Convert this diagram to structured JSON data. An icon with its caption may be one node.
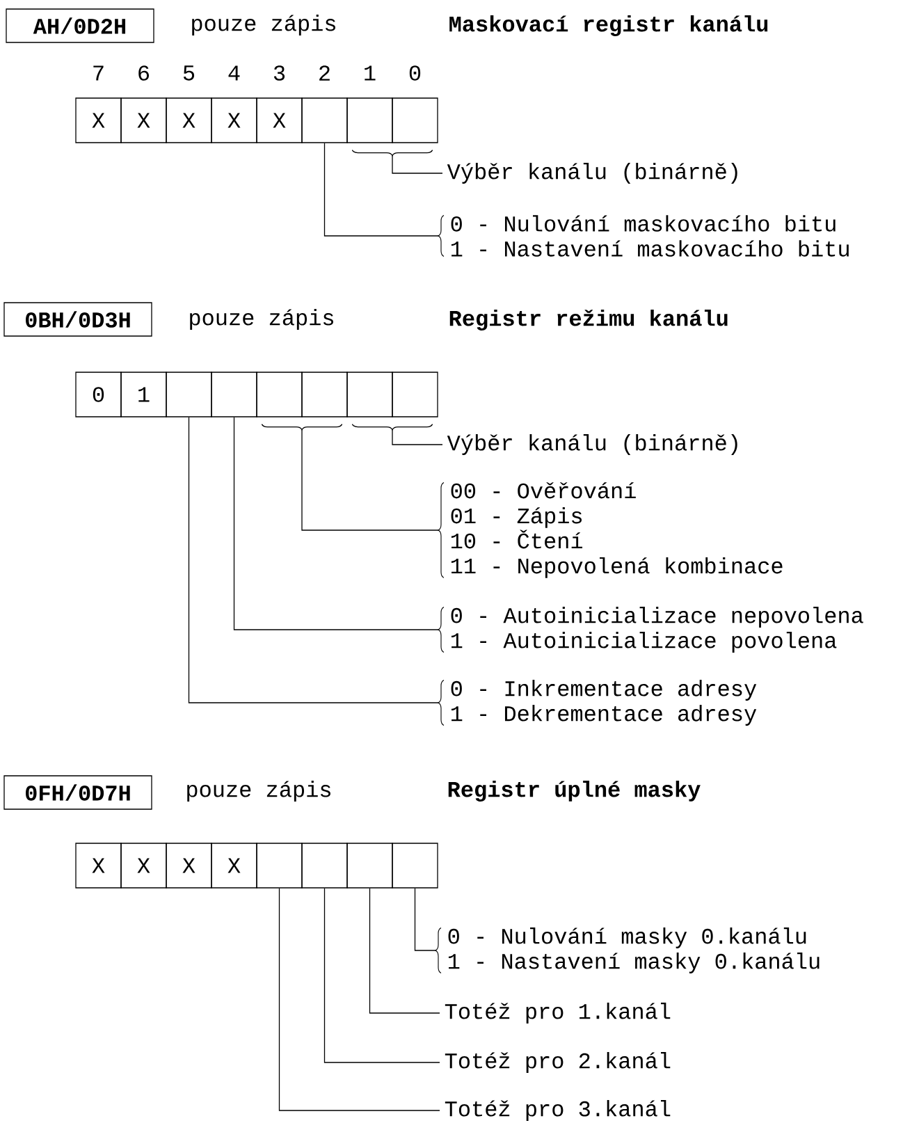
{
  "diagram": {
    "nodes": [
      {
        "text": [
          "AH/0D2H"
        ]
      },
      {
        "text": [
          "X"
        ]
      },
      {
        "text": [
          "X"
        ]
      },
      {
        "text": [
          "X"
        ]
      },
      {
        "text": [
          "X"
        ]
      },
      {
        "text": [
          "X"
        ]
      },
      {
        "text": [],
        "shape": "box"
      },
      {
        "text": [],
        "shape": "box"
      },
      {
        "text": [],
        "shape": "box"
      },
      {
        "text": [
          "Výběr kanálu (binárně)"
        ]
      },
      {
        "text": [
          "0 - Nulování maskovacího bitu",
          "1 - Nastavení maskovacího bitu"
        ]
      },
      {
        "text": [
          "0BH/0D3H"
        ]
      },
      {
        "text": [
          "0"
        ]
      },
      {
        "text": [
          "1"
        ]
      },
      {
        "text": [],
        "shape": "box"
      },
      {
        "text": [],
        "shape": "box"
      },
      {
        "text": [],
        "shape": "box"
      },
      {
        "text": [],
        "shape": "box"
      },
      {
        "text": [],
        "shape": "box"
      },
      {
        "text": [],
        "shape": "box"
      },
      {
        "text": [
          "Výběr kanálu (binárně)"
        ]
      },
      {
        "text": [
          "00 - Ověřování",
          "01 - Zápis",
          "10 - Čtení",
          "11 - Nepovolená kombinace"
        ]
      },
      {
        "text": [
          "0 - Autoinicializace nepovolena",
          "1 - Autoinicializace povolena"
        ]
      },
      {
        "text": [
          "0 - Inkrementace adresy",
          "1 - Dekrementace adresy"
        ]
      },
      {
        "text": [
          "0FH/0D7H"
        ]
      },
      {
        "text": [
          "X"
        ]
      },
      {
        "text": [
          "X"
        ]
      },
      {
        "text": [
          "X"
        ]
      },
      {
        "text": [
          "X"
        ]
      },
      {
        "text": [],
        "shape": "box"
      },
      {
        "text": [],
        "shape": "box"
      },
      {
        "text": [],
        "shape": "box"
      },
      {
        "text": [],
        "shape": "box"
      },
      {
        "text": [
          "0 - Nulování masky 0.kanálu",
          "1 - Nastavení masky 0.kanálu"
        ]
      },
      {
        "text": [
          "Totéž pro 1.kanál"
        ]
      },
      {
        "text": [
          "Totéž pro 2.kanál"
        ]
      },
      {
        "text": [
          "Totéž pro 3.kanál"
        ]
      }
    ],
    "edges": [
      {
        "from": 7,
        "to": 9,
        "arrow": "none"
      },
      {
        "from": 8,
        "to": 9,
        "arrow": "none"
      },
      {
        "from": 6,
        "to": 10,
        "arrow": "none"
      },
      {
        "from": 18,
        "to": 20,
        "arrow": "none"
      },
      {
        "from": 19,
        "to": 20,
        "arrow": "none"
      },
      {
        "from": 16,
        "to": 21,
        "arrow": "none"
      },
      {
        "from": 17,
        "to": 21,
        "arrow": "none"
      },
      {
        "from": 15,
        "to": 22,
        "arrow": "none"
      },
      {
        "from": 14,
        "to": 23,
        "arrow": "none"
      },
      {
        "from": 32,
        "to": 33,
        "arrow": "none"
      },
      {
        "from": 31,
        "to": 34,
        "arrow": "none"
      },
      {
        "from": 30,
        "to": 35,
        "arrow": "none"
      },
      {
        "from": 29,
        "to": 36,
        "arrow": "none"
      }
    ],
    "labels": [
      "pouze zápis",
      "Maskovací registr kanálu",
      "7",
      "6",
      "5",
      "4",
      "3",
      "2",
      "1",
      "0",
      "pouze zápis",
      "Registr režimu kanálu",
      "pouze zápis",
      "Registr úplné masky"
    ]
  }
}
